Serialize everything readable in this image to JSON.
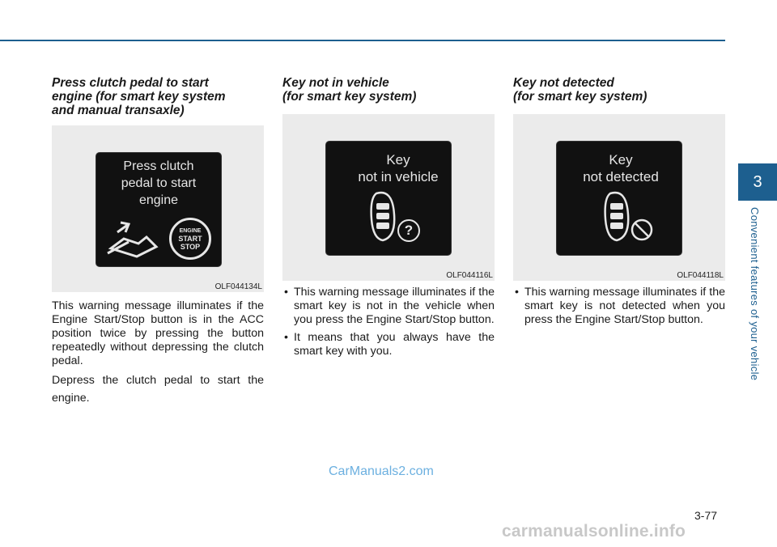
{
  "page": {
    "chapter_number": "3",
    "chapter_title": "Convenient features of your vehicle",
    "page_number": "3-77",
    "watermark": "CarManuals2.com",
    "footer_watermark": "carmanualsonline.info"
  },
  "colors": {
    "accent": "#1d5f8f",
    "screen": "#111111",
    "figure_bg": "#ebebeb"
  },
  "sections": [
    {
      "heading_lines": [
        "Press clutch pedal to start",
        "engine (for smart key system",
        "and manual transaxle)"
      ],
      "screen_lines": [
        "Press clutch",
        "pedal to start",
        "engine"
      ],
      "button_lines": [
        "ENGINE",
        "START",
        "STOP"
      ],
      "figure_code": "OLF044134L",
      "paragraphs": [
        "This warning message illuminates if the Engine Start/Stop button is in the ACC position twice by pressing the button repeatedly without depressing the clutch pedal.",
        "Depress the clutch pedal to start the engine."
      ]
    },
    {
      "heading_lines": [
        "Key not in vehicle",
        "(for smart key system)"
      ],
      "screen_lines": [
        "Key",
        "not in vehicle"
      ],
      "badge": "?",
      "figure_code": "OLF044116L",
      "bullets": [
        "This warning message illuminates if the smart key is not in the vehicle when you press the Engine Start/Stop button.",
        "It means that you always have the smart key with you."
      ]
    },
    {
      "heading_lines": [
        "Key not detected",
        "(for smart key system)"
      ],
      "screen_lines": [
        "Key",
        "not detected"
      ],
      "figure_code": "OLF044118L",
      "bullets": [
        "This warning message illuminates if the smart key is not detected when you press the Engine Start/Stop button."
      ]
    }
  ]
}
